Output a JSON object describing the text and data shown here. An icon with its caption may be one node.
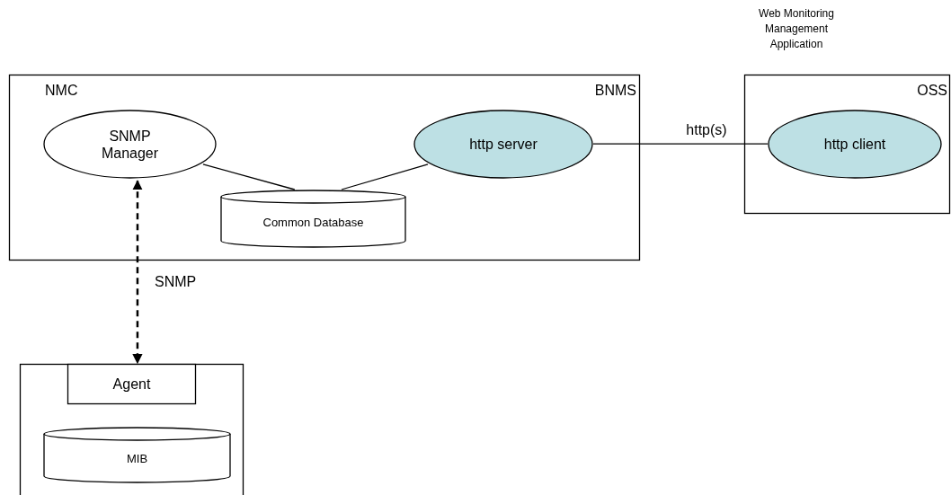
{
  "diagram": {
    "nodes": [
      {
        "text": [
          "NMC",
          "BNMS"
        ]
      },
      {
        "text": [
          "SNMP Manager"
        ],
        "in": 0
      },
      {
        "text": [
          "Common Database"
        ],
        "in": 0
      },
      {
        "text": [
          "http server"
        ],
        "in": 0
      },
      {
        "text": [
          "OSS"
        ],
        "beside": [
          "Web Monitoring Management Application"
        ]
      },
      {
        "text": [
          "http client"
        ],
        "in": 4
      },
      {
        "text": [],
        "shape": "box"
      },
      {
        "text": [
          "Agent"
        ],
        "in": 6
      },
      {
        "text": [
          "MIB"
        ],
        "in": 6
      }
    ],
    "edges": [
      {
        "from": 1,
        "to": 2,
        "arrow": "none"
      },
      {
        "from": 3,
        "to": 2,
        "arrow": "none"
      },
      {
        "from": 3,
        "to": 5,
        "arrow": "none",
        "label": "http(s)"
      },
      {
        "from": 1,
        "to": 7,
        "arrow": "both",
        "style": "dashed",
        "label": "SNMP"
      }
    ]
  }
}
